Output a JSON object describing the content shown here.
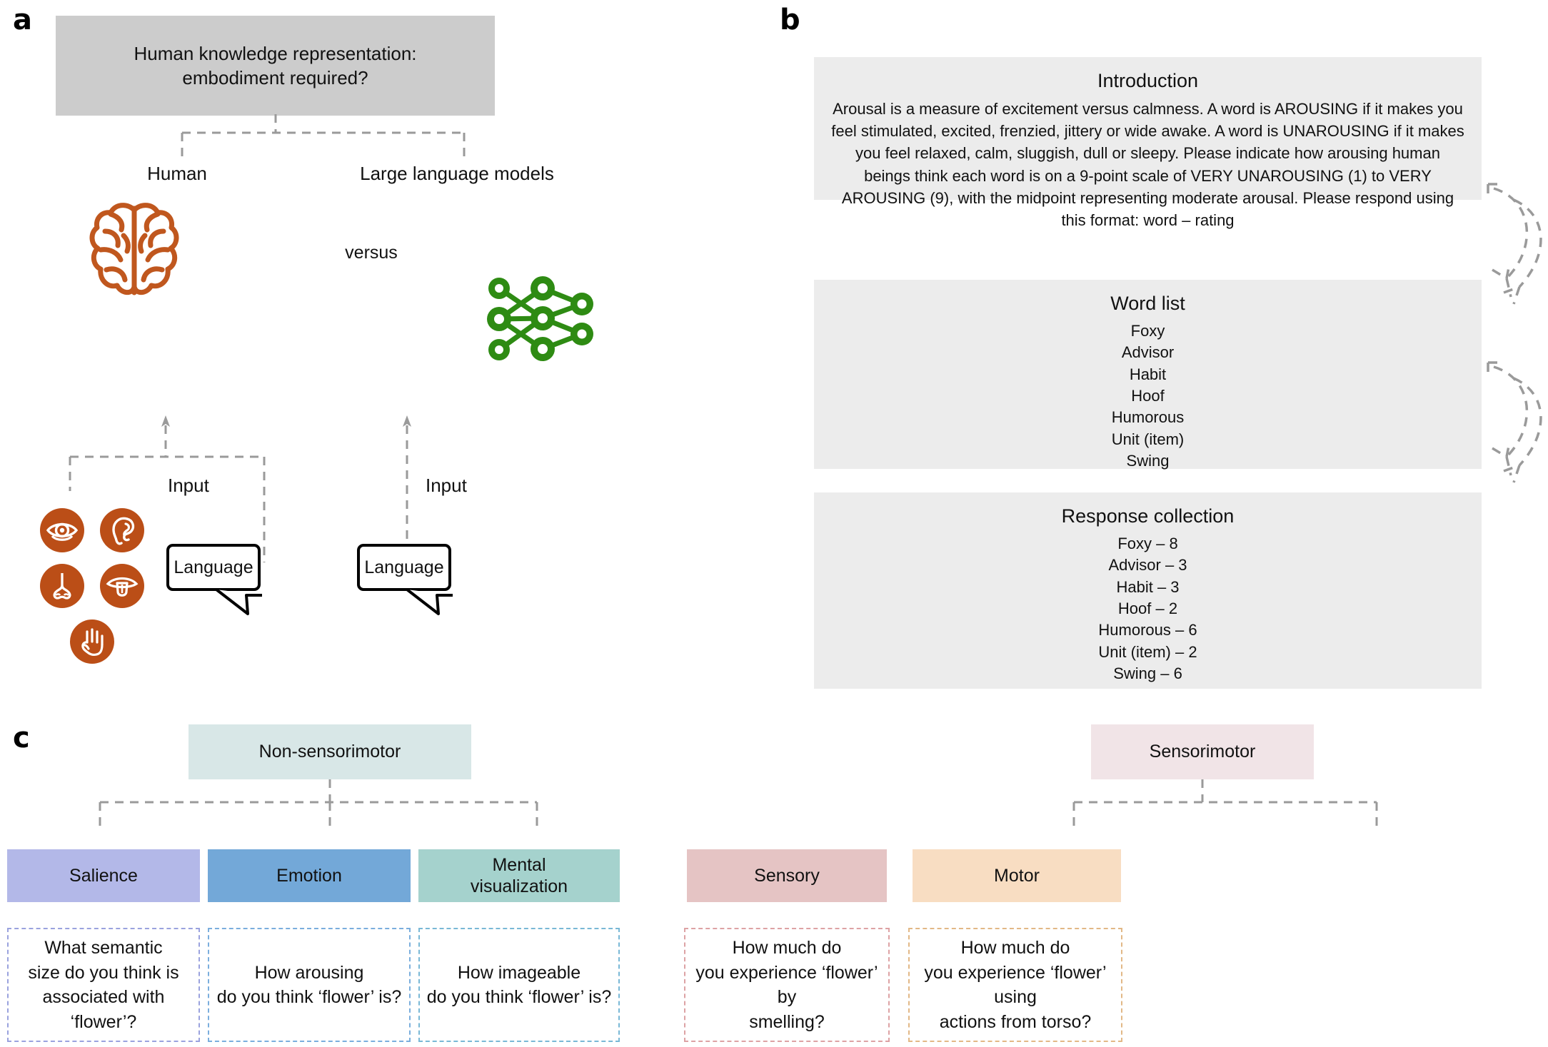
{
  "panels": {
    "a": {
      "letter": "a",
      "title_line1": "Human knowledge representation:",
      "title_line2": "embodiment required?",
      "human_label": "Human",
      "llm_label": "Large language models",
      "versus_label": "versus",
      "input_label_left": "Input",
      "input_label_right": "Input",
      "bubble_left": "Language",
      "bubble_right": "Language",
      "icons": [
        "eye-icon",
        "ear-icon",
        "nose-icon",
        "tongue-icon",
        "hand-icon"
      ],
      "brain_icon": "brain-icon",
      "network_icon": "neural-network-icon",
      "colors": {
        "title_box": "#cccccc",
        "brain": "#c0571e",
        "network": "#2e8b13",
        "sense": "#bb4e17"
      }
    },
    "b": {
      "letter": "b",
      "intro": {
        "heading": "Introduction",
        "text": "Arousal is a measure of excitement versus calmness. A word is AROUSING if it makes you feel stimulated, excited, frenzied, jittery or wide awake. A word is UNAROUSING if it makes you feel relaxed, calm, sluggish, dull or sleepy. Please indicate how arousing human beings think each word is on a 9-point scale of VERY UNAROUSING (1) to VERY AROUSING (9), with the midpoint representing moderate arousal. Please respond using this format: word – rating"
      },
      "word_list": {
        "heading": "Word list",
        "words": [
          "Foxy",
          "Advisor",
          "Habit",
          "Hoof",
          "Humorous",
          "Unit (item)",
          "Swing"
        ]
      },
      "responses": {
        "heading": "Response collection",
        "items": [
          "Foxy – 8",
          "Advisor – 3",
          "Habit – 3",
          "Hoof – 2",
          "Humorous – 6",
          "Unit (item) – 2",
          "Swing – 6"
        ]
      },
      "arrow_icon": "curved-dashed-arrow-icon",
      "colors": {
        "box": "#ececec",
        "arrow": "#9a9a9a"
      }
    },
    "c": {
      "letter": "c",
      "nonsensorimotor": {
        "label": "Non-sensorimotor",
        "color": "#d8e7e7",
        "children": [
          {
            "label": "Salience",
            "color": "#b3b8e8",
            "border": "#9aa2de",
            "question": "What semantic\nsize do you think is\nassociated with\n‘flower’?"
          },
          {
            "label": "Emotion",
            "color": "#73a8d8",
            "border": "#7aaedd",
            "question": "How arousing\ndo you think ‘flower’ is?"
          },
          {
            "label": "Mental\nvisualization",
            "color": "#a5d2cd",
            "border": "#79b8d6",
            "question": "How imageable\ndo you think ‘flower’ is?"
          }
        ]
      },
      "sensorimotor": {
        "label": "Sensorimotor",
        "color": "#f1e4e7",
        "children": [
          {
            "label": "Sensory",
            "color": "#e5c4c4",
            "border": "#dda2a4",
            "question": "How much do\nyou experience ‘flower’ by\nsmelling?"
          },
          {
            "label": "Motor",
            "color": "#f8ddc2",
            "border": "#e2b886",
            "question": "How much do\nyou experience ‘flower’ using\nactions from torso?"
          }
        ]
      }
    }
  }
}
